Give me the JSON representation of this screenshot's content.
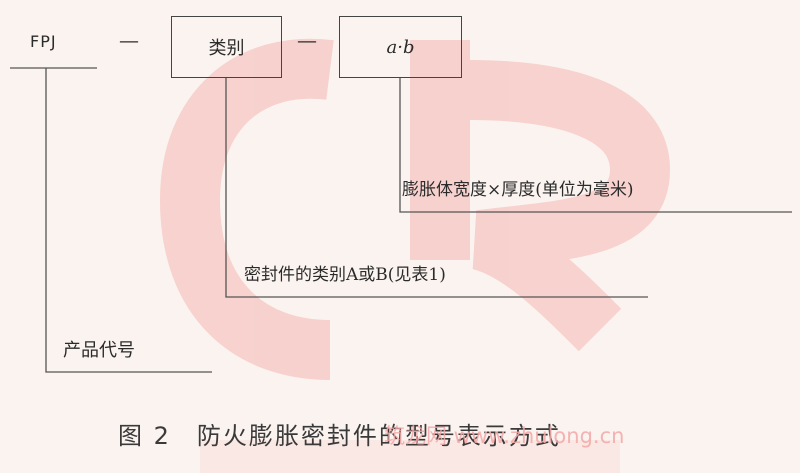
{
  "diagram": {
    "code_prefix": "FPJ",
    "separator": "—",
    "box_category": "类别",
    "box_size": "a·b",
    "label_size": "膨胀体宽度×厚度(单位为毫米)",
    "label_category": "密封件的类别A或B(见表1)",
    "label_code": "产品代号"
  },
  "caption": "图 2　防火膨胀密封件的型号表示方式",
  "watermark": {
    "site_text": "筑龙网 www.zhulong.cn",
    "color": "#f2a9a9"
  }
}
